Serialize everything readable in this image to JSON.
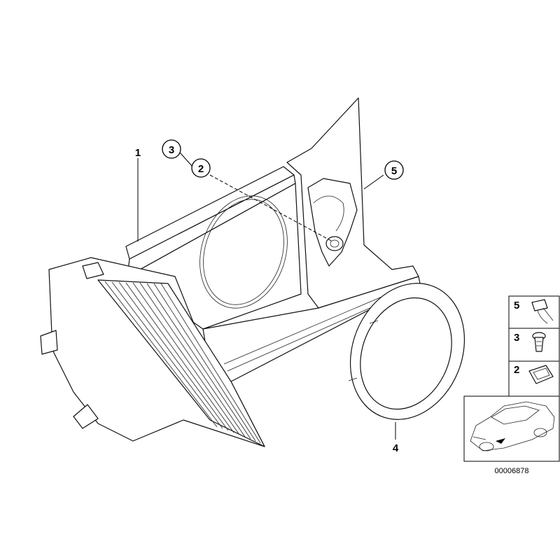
{
  "diagram": {
    "callouts": [
      {
        "id": "1",
        "text": "1",
        "circled": false
      },
      {
        "id": "2",
        "text": "2",
        "circled": true
      },
      {
        "id": "3",
        "text": "3",
        "circled": true
      },
      {
        "id": "4",
        "text": "4",
        "circled": false
      },
      {
        "id": "5",
        "text": "5",
        "circled": true
      }
    ],
    "parts_legend": [
      {
        "number": "5",
        "icon": "clip-icon"
      },
      {
        "number": "3",
        "icon": "expanding-rivet-icon"
      },
      {
        "number": "2",
        "icon": "grommet-icon"
      }
    ],
    "thumbnail": {
      "icon": "car-location-icon"
    },
    "code": "00006878"
  }
}
